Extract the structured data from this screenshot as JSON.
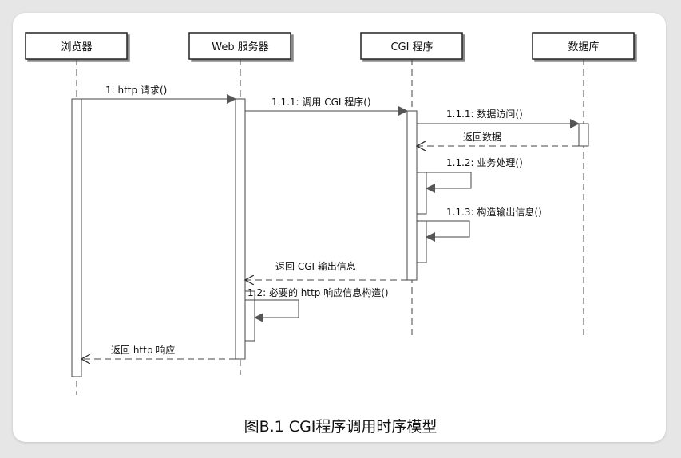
{
  "diagram": {
    "participants": [
      {
        "id": "browser",
        "label": "浏览器"
      },
      {
        "id": "web",
        "label": "Web 服务器"
      },
      {
        "id": "cgi",
        "label": "CGI 程序"
      },
      {
        "id": "db",
        "label": "数据库"
      }
    ],
    "messages": [
      {
        "id": "m1",
        "label": "1: http 请求()",
        "from": "browser",
        "to": "web",
        "kind": "call"
      },
      {
        "id": "m2",
        "label": "1.1.1:  调用 CGI 程序()",
        "from": "web",
        "to": "cgi",
        "kind": "call"
      },
      {
        "id": "m3",
        "label": "1.1.1:  数据访问()",
        "from": "cgi",
        "to": "db",
        "kind": "call"
      },
      {
        "id": "m4",
        "label": "返回数据",
        "from": "db",
        "to": "cgi",
        "kind": "return"
      },
      {
        "id": "m5",
        "label": "1.1.2:  业务处理()",
        "from": "cgi",
        "to": "cgi",
        "kind": "self"
      },
      {
        "id": "m6",
        "label": "1.1.3:  构造输出信息()",
        "from": "cgi",
        "to": "cgi",
        "kind": "self"
      },
      {
        "id": "m7",
        "label": "返回 CGI 输出信息",
        "from": "cgi",
        "to": "web",
        "kind": "return"
      },
      {
        "id": "m8",
        "label": "1.2:  必要的 http 响应信息构造()",
        "from": "web",
        "to": "web",
        "kind": "self"
      },
      {
        "id": "m9",
        "label": "返回 http 响应",
        "from": "web",
        "to": "browser",
        "kind": "return"
      }
    ]
  },
  "caption": "图B.1 CGI程序调用时序模型"
}
